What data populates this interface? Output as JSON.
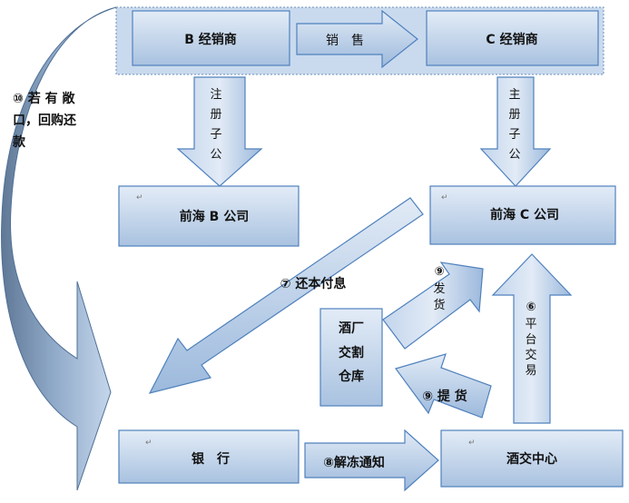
{
  "colors": {
    "box_fill_top": "#dfe9f5",
    "box_fill_bottom": "#a9c2e0",
    "box_stroke": "#4f81bd",
    "arrow_fill_top": "#d6e3f2",
    "arrow_fill_bottom": "#9ab8dc",
    "curve_dark": "#5a7390",
    "curve_light": "#b9cde6",
    "band_fill": "#c7d9ee"
  },
  "nodes": {
    "b_dealer": "B 经销商",
    "c_dealer": "C 经销商",
    "qianhai_b": "前海 B 公司",
    "qianhai_c": "前海 C 公司",
    "warehouse": [
      "酒厂",
      "交割",
      "仓库"
    ],
    "bank": "银　行",
    "exchange": "酒交中心"
  },
  "arrows": {
    "sale": "销　售",
    "register_b": [
      "注",
      "册",
      "子",
      "公"
    ],
    "register_c": [
      "主",
      "册",
      "子",
      "公"
    ],
    "repay": "⑦ 还本付息",
    "ship": [
      "⑨",
      "发",
      "货"
    ],
    "platform_trade": [
      "⑥",
      "平",
      "台",
      "交",
      "易"
    ],
    "pickup": "⑨ 提 货",
    "unfreeze": "⑧解冻通知",
    "buyback": [
      "⑩ 若 有 敞",
      "口，回购还",
      "款"
    ]
  },
  "paragraph_mark": "↵"
}
